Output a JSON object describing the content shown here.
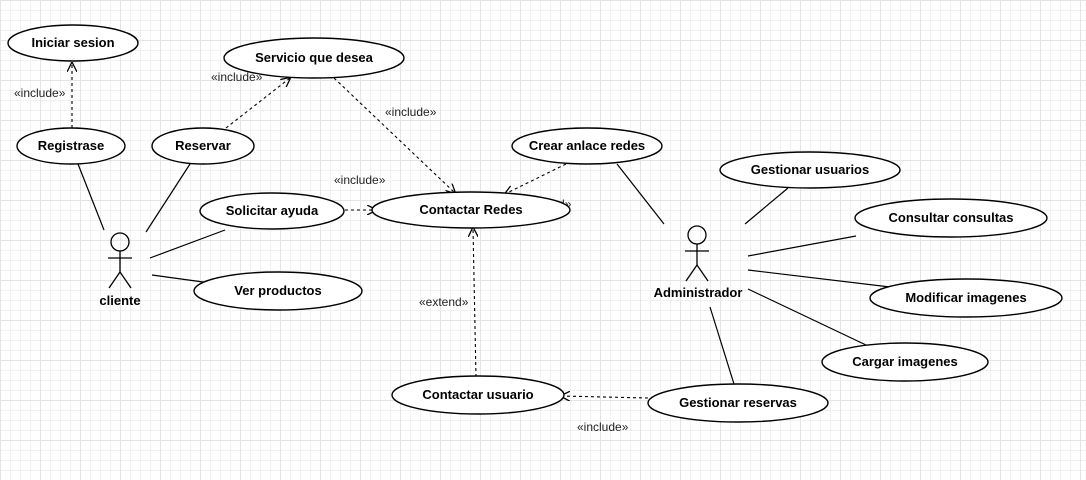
{
  "actors": {
    "cliente": "cliente",
    "administrador": "Administrador"
  },
  "use_cases": {
    "iniciar_sesion": "Iniciar sesion",
    "servicio": "Servicio que desea",
    "registrase": "Registrase",
    "reservar": "Reservar",
    "crear_enlace": "Crear anlace redes",
    "gestionar_usuarios": "Gestionar usuarios",
    "solicitar_ayuda": "Solicitar ayuda",
    "contactar_redes": "Contactar Redes",
    "consultar_consultas": "Consultar consultas",
    "ver_productos": "Ver productos",
    "modificar_imagenes": "Modificar imagenes",
    "cargar_imagenes": "Cargar imagenes",
    "contactar_usuario": "Contactar usuario",
    "gestionar_reservas": "Gestionar reservas"
  },
  "stereotypes": {
    "include": "«include»",
    "extend": "«extend»"
  }
}
